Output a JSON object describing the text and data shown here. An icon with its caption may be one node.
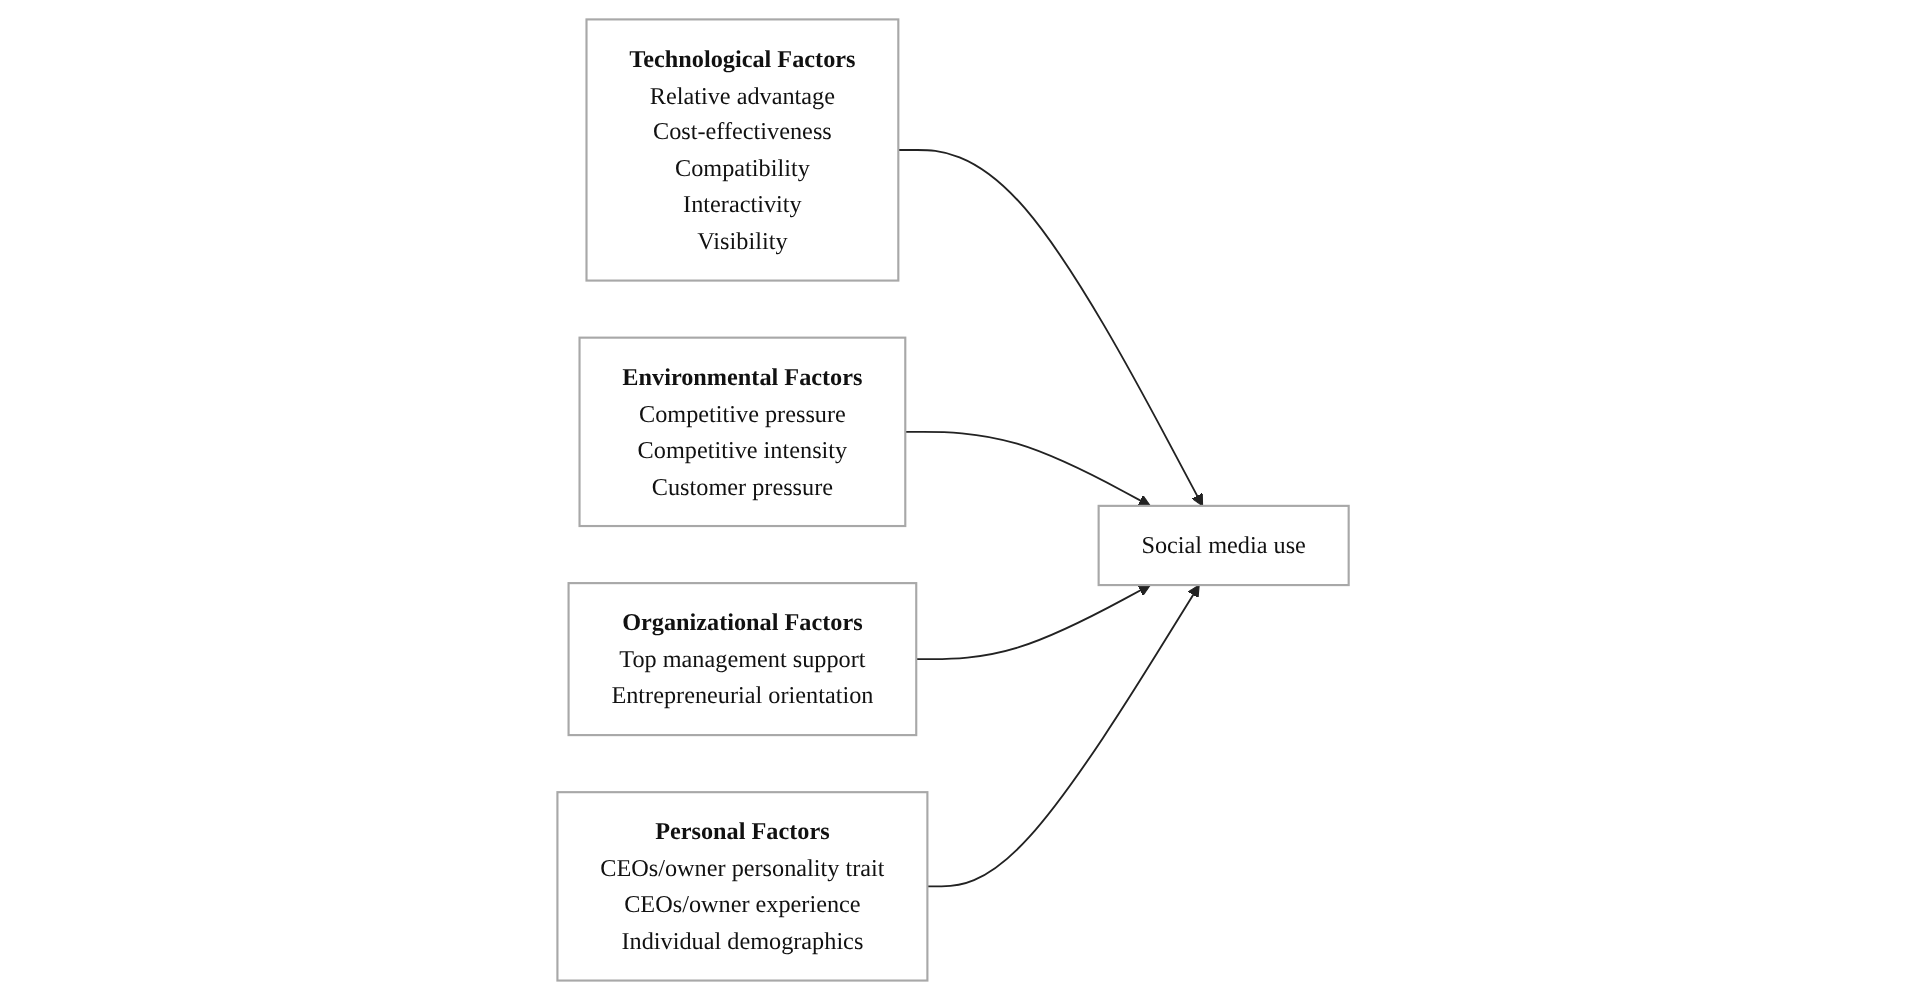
{
  "diagram": {
    "nodes": [
      {
        "text": [
          "Technological Factors",
          "Relative advantage",
          "Cost-effectiveness",
          "Compatibility",
          "Interactivity",
          "Visibility"
        ]
      },
      {
        "text": [
          "Environmental Factors",
          "Competitive pressure",
          "Competitive intensity",
          "Customer pressure"
        ]
      },
      {
        "text": [
          "Social media use"
        ]
      },
      {
        "text": [
          "Organizational Factors",
          "Top management support",
          "Entrepreneurial orientation"
        ]
      },
      {
        "text": [
          "Personal Factors",
          "CEOs/owner personality trait",
          "CEOs/owner experience",
          "Individual demographics"
        ]
      }
    ],
    "edges": [
      {
        "from": 0,
        "to": 2,
        "arrow": "to"
      },
      {
        "from": 1,
        "to": 2,
        "arrow": "to"
      },
      {
        "from": 3,
        "to": 2,
        "arrow": "to"
      },
      {
        "from": 4,
        "to": 2,
        "arrow": "to"
      }
    ]
  }
}
